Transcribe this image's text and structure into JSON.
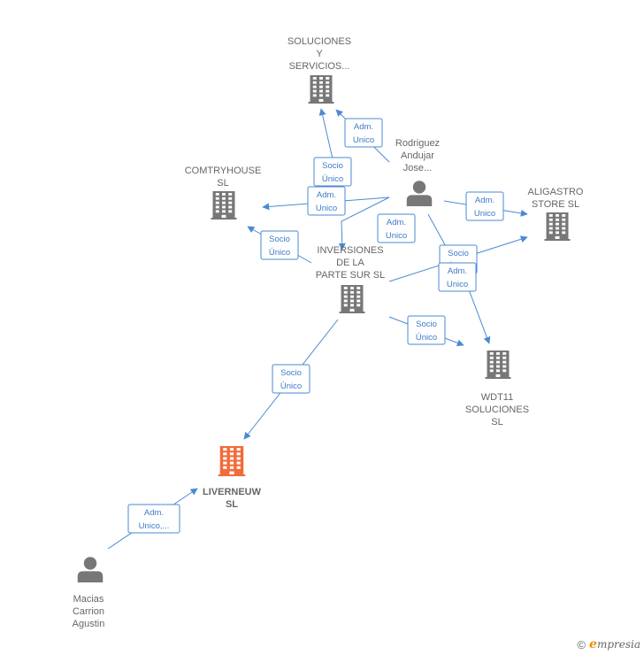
{
  "colors": {
    "company": "#777777",
    "company_main": "#f26b3a",
    "person": "#777777",
    "edge": "#4a8ad4",
    "label": "#666666"
  },
  "nodes": [
    {
      "id": "soluciones",
      "type": "company",
      "label_lines": [
        "SOLUCIONES",
        "Y",
        "SERVICIOS..."
      ]
    },
    {
      "id": "rodriguez",
      "type": "person",
      "label_lines": [
        "Rodriguez",
        "Andujar",
        "Jose..."
      ]
    },
    {
      "id": "comtryhouse",
      "type": "company",
      "label_lines": [
        "COMTRYHOUSE",
        "SL"
      ]
    },
    {
      "id": "aligastro",
      "type": "company",
      "label_lines": [
        "ALIGASTRO",
        "STORE  SL"
      ]
    },
    {
      "id": "inversiones",
      "type": "company",
      "label_lines": [
        "INVERSIONES",
        "DE LA",
        "PARTE SUR  SL"
      ]
    },
    {
      "id": "wdt11",
      "type": "company",
      "label_lines": [
        "WDT11",
        "SOLUCIONES",
        "SL"
      ]
    },
    {
      "id": "liverneuw",
      "type": "company_main",
      "label_lines": [
        "LIVERNEUW",
        "SL"
      ]
    },
    {
      "id": "macias",
      "type": "person",
      "label_lines": [
        "Macias",
        "Carrion",
        "Agustin"
      ]
    }
  ],
  "edges": [
    {
      "from": "rodriguez",
      "to": "soluciones",
      "badge_lines": [
        "Adm.",
        "Unico"
      ]
    },
    {
      "from": "inversiones",
      "to": "soluciones",
      "badge_lines": [
        "Socio",
        "Único"
      ]
    },
    {
      "from": "rodriguez",
      "to": "comtryhouse",
      "badge_lines": [
        "Adm.",
        "Unico"
      ]
    },
    {
      "from": "rodriguez",
      "to": "inversiones",
      "badge_lines": [
        "Adm.",
        "Unico"
      ]
    },
    {
      "from": "inversiones",
      "to": "comtryhouse",
      "badge_lines": [
        "Socio",
        "Único"
      ]
    },
    {
      "from": "rodriguez",
      "to": "aligastro",
      "badge_lines": [
        "Adm.",
        "Unico"
      ]
    },
    {
      "from": "inversiones",
      "to": "aligastro",
      "badge_lines": [
        "Socio",
        "Único"
      ]
    },
    {
      "from": "rodriguez",
      "to": "wdt11",
      "badge_lines": [
        "Adm.",
        "Unico"
      ]
    },
    {
      "from": "inversiones",
      "to": "wdt11",
      "badge_lines": [
        "Socio",
        "Único"
      ]
    },
    {
      "from": "inversiones",
      "to": "liverneuw",
      "badge_lines": [
        "Socio",
        "Único"
      ]
    },
    {
      "from": "macias",
      "to": "liverneuw",
      "badge_lines": [
        "Adm.",
        "Unico,..."
      ]
    }
  ],
  "footer": {
    "copyright": "©",
    "brand_initial": "e",
    "brand_rest": "mpresia"
  }
}
